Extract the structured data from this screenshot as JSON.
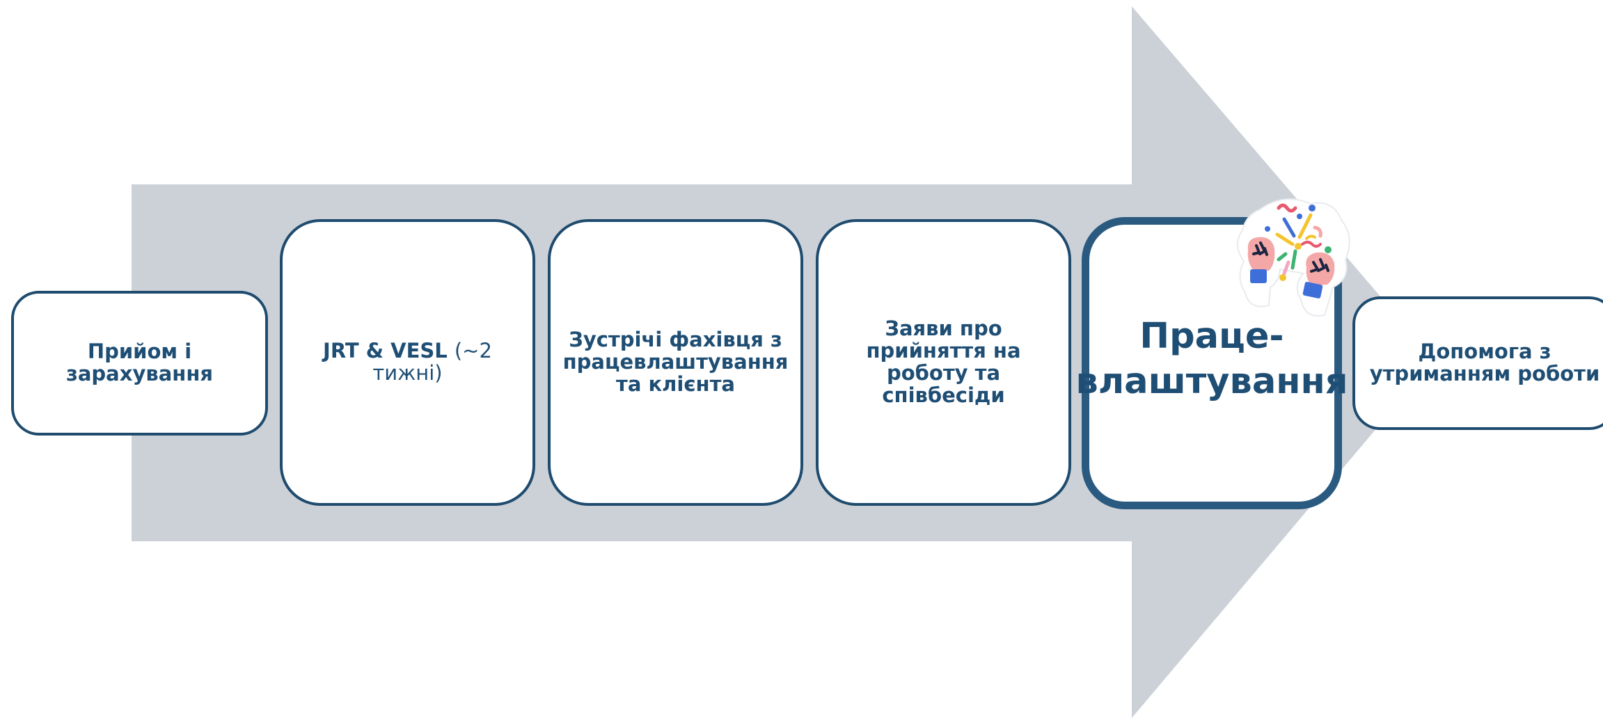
{
  "colors": {
    "arrow_fill": "#ccd1d8",
    "box_border": "#1e4b6e",
    "highlight_border": "#2a5a80",
    "text": "#1f4e74"
  },
  "steps": [
    {
      "label": "Прийом і зарахування"
    },
    {
      "label_bold": "JRT & VESL",
      "label_light": "(~2 тижні)"
    },
    {
      "label": "Зустрічі фахівця з працевлаштування та клієнта"
    },
    {
      "label": "Заяви про прийняття на роботу та співбесіди"
    },
    {
      "label": "Праце-влаштування",
      "highlighted": true,
      "icon": "celebration-confetti-icon"
    },
    {
      "label": "Допомога з утриманням роботи"
    }
  ]
}
